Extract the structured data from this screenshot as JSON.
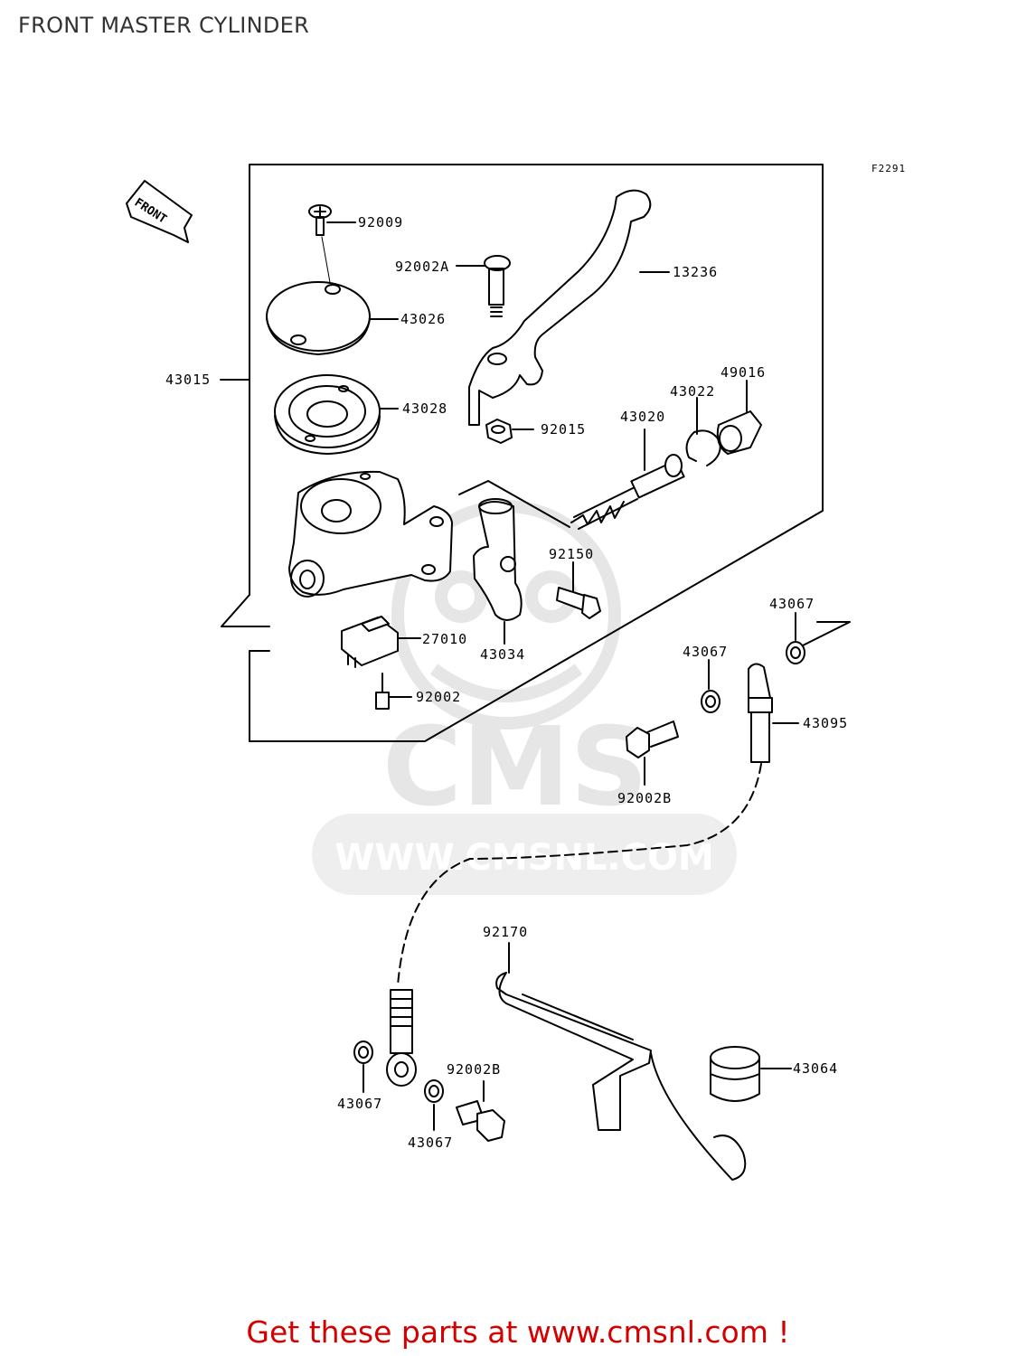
{
  "title": "FRONT MASTER CYLINDER",
  "figure_code": "F2291",
  "front_arrow_text": "FRONT",
  "watermark": {
    "logo": "CMS",
    "url": "WWW.CMSNL.COM",
    "color": "#e6e6e6"
  },
  "parts": [
    "92009",
    "92002A",
    "13236",
    "43026",
    "43015",
    "43028",
    "92015",
    "49016",
    "43022",
    "43020",
    "92150",
    "43067",
    "43067",
    "27010",
    "43034",
    "92002",
    "43095",
    "92002B",
    "92170",
    "43064",
    "92002B",
    "43067",
    "43067"
  ],
  "footer": "Get these parts at www.cmsnl.com !",
  "colors": {
    "line": "#000000",
    "footer": "#d40000",
    "title": "#333333"
  }
}
